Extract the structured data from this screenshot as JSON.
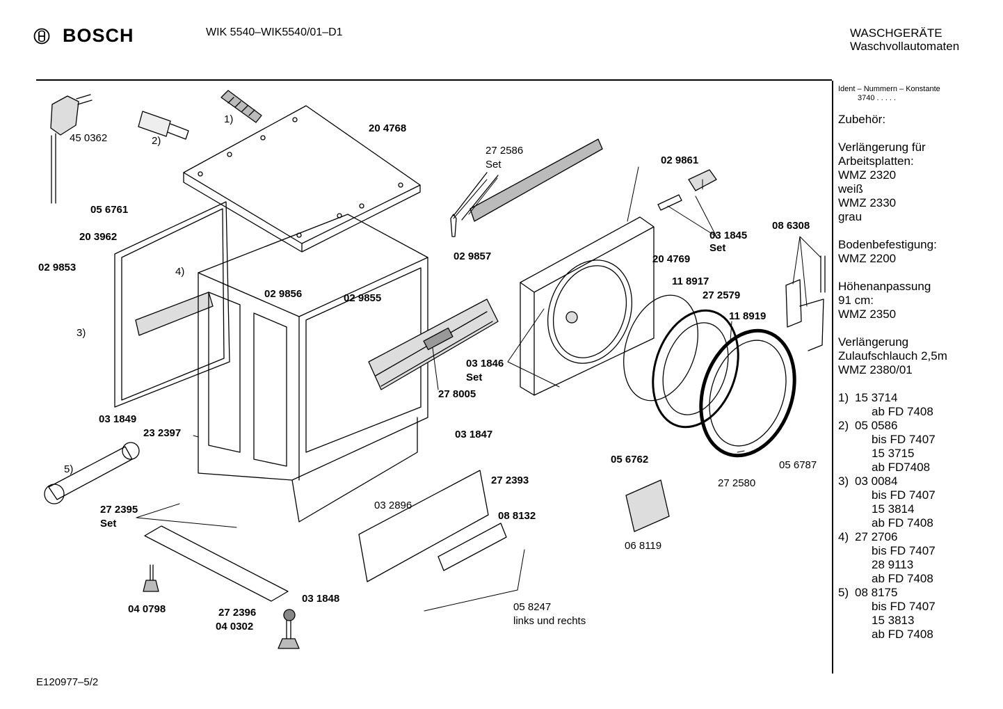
{
  "header": {
    "brand": "BOSCH",
    "model": "WIK 5540–WIK5540/01–D1",
    "category_line1": "WASCHGERÄTE",
    "category_line2": "Waschvollautomaten"
  },
  "sidebar": {
    "ident_label": "Ident – Nummern – Konstante",
    "ident_value": "3740  .  .  .  .  .",
    "accessories_title": "Zubehör:",
    "groups": [
      [
        "Verlängerung für",
        "Arbeitsplatten:",
        "WMZ 2320",
        "weiß",
        "WMZ 2330",
        "grau"
      ],
      [
        "Bodenbefestigung:",
        "WMZ 2200"
      ],
      [
        "Höhenanpassung",
        "91 cm:",
        "WMZ 2350"
      ],
      [
        "Verlängerung",
        "Zulaufschlauch 2,5m",
        "WMZ 2380/01"
      ]
    ],
    "footnotes": [
      {
        "n": "1)",
        "lines": [
          "15 3714",
          "ab FD 7408"
        ]
      },
      {
        "n": "2)",
        "lines": [
          "05 0586",
          "bis FD 7407",
          "15 3715",
          "ab FD7408"
        ]
      },
      {
        "n": "3)",
        "lines": [
          "03 0084",
          "bis FD 7407",
          "15 3814",
          "ab FD 7408"
        ]
      },
      {
        "n": "4)",
        "lines": [
          "27 2706",
          "bis FD 7407",
          "28 9113",
          "ab FD 7408"
        ]
      },
      {
        "n": "5)",
        "lines": [
          "08 8175",
          "bis FD 7407",
          "15 3813",
          "ab FD 7408"
        ]
      }
    ]
  },
  "labels": [
    {
      "text": "45 0362",
      "bold": false
    },
    {
      "text": "2)",
      "bold": false
    },
    {
      "text": "1)",
      "bold": false
    },
    {
      "text": "20 4768",
      "bold": true
    },
    {
      "text": "27 2586",
      "bold": false
    },
    {
      "text": "Set",
      "bold": false
    },
    {
      "text": "02 9861",
      "bold": true
    },
    {
      "text": "05 6761",
      "bold": true
    },
    {
      "text": "20 3962",
      "bold": true
    },
    {
      "text": "02 9853",
      "bold": true
    },
    {
      "text": "4)",
      "bold": false
    },
    {
      "text": "02 9856",
      "bold": true
    },
    {
      "text": "02 9857",
      "bold": true
    },
    {
      "text": "02 9855",
      "bold": true
    },
    {
      "text": "03 1845",
      "bold": true
    },
    {
      "text": "Set",
      "bold": true
    },
    {
      "text": "08 6308",
      "bold": true
    },
    {
      "text": "20 4769",
      "bold": true
    },
    {
      "text": "11 8917",
      "bold": true
    },
    {
      "text": "27 2579",
      "bold": true
    },
    {
      "text": "11 8919",
      "bold": true
    },
    {
      "text": "3)",
      "bold": false
    },
    {
      "text": "03 1846",
      "bold": true
    },
    {
      "text": "Set",
      "bold": true
    },
    {
      "text": "27 8005",
      "bold": true
    },
    {
      "text": "03 1849",
      "bold": true
    },
    {
      "text": "23 2397",
      "bold": true
    },
    {
      "text": "03 1847",
      "bold": true
    },
    {
      "text": "05 6762",
      "bold": true
    },
    {
      "text": "05 6787",
      "bold": false
    },
    {
      "text": "5)",
      "bold": false
    },
    {
      "text": "27 2393",
      "bold": true
    },
    {
      "text": "27 2580",
      "bold": false
    },
    {
      "text": "03 2896",
      "bold": false
    },
    {
      "text": "27 2395",
      "bold": true
    },
    {
      "text": "Set",
      "bold": true
    },
    {
      "text": "08 8132",
      "bold": true
    },
    {
      "text": "06 8119",
      "bold": false
    },
    {
      "text": "04 0798",
      "bold": true
    },
    {
      "text": "03 1848",
      "bold": true
    },
    {
      "text": "05 8247",
      "bold": false
    },
    {
      "text": "links und rechts",
      "bold": false
    },
    {
      "text": "27 2396",
      "bold": true
    },
    {
      "text": "04 0302",
      "bold": true
    }
  ],
  "footer": "E120977–5/2"
}
